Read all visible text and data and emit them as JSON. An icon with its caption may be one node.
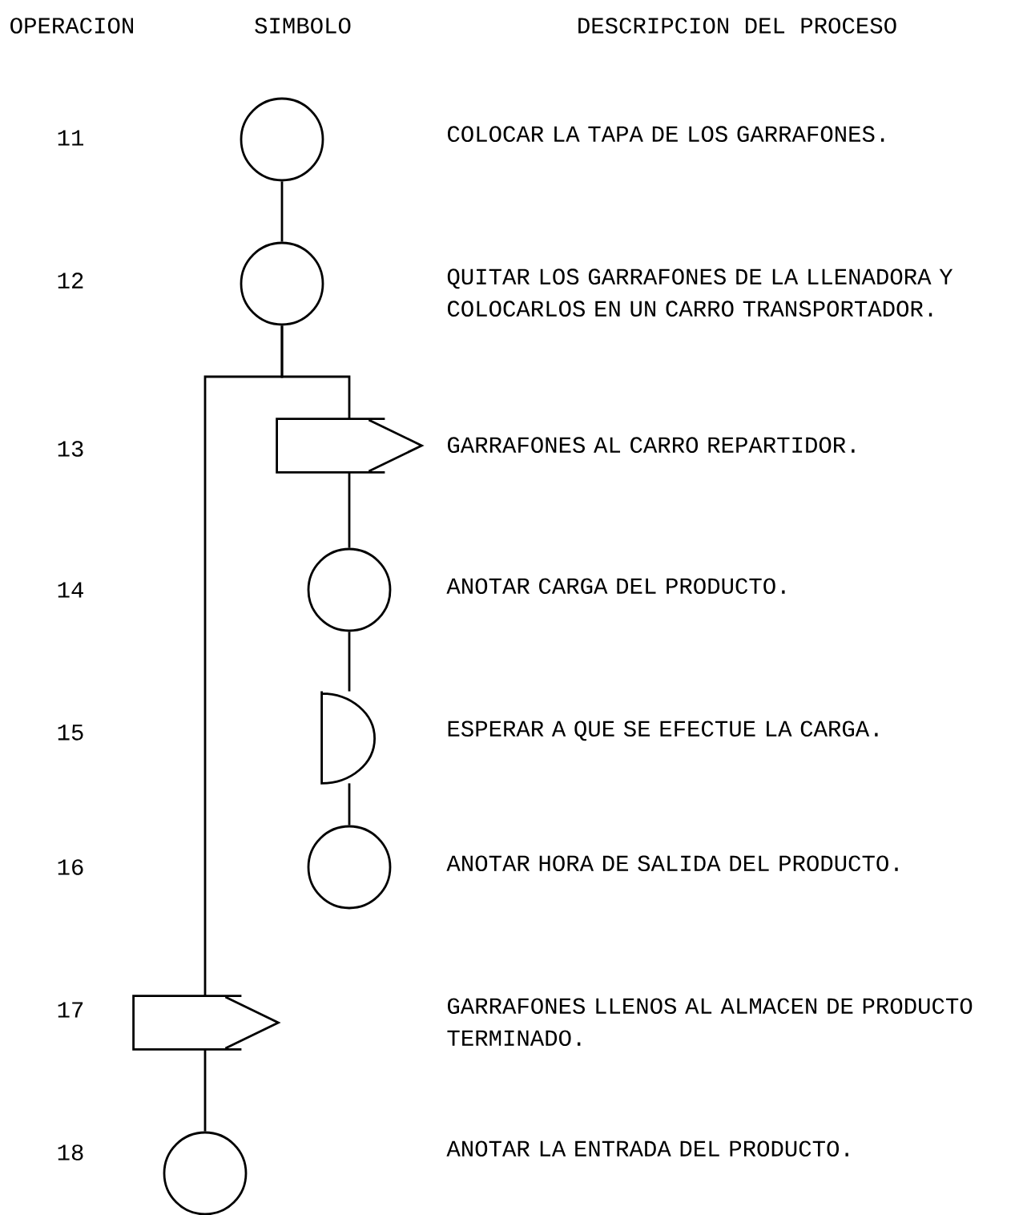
{
  "diagram": {
    "nodes": [
      {
        "text": [],
        "shape": "circle"
      },
      {
        "text": [],
        "shape": "circle"
      },
      {
        "text": [],
        "shape": "arrow"
      },
      {
        "text": [],
        "shape": "circle"
      },
      {
        "text": [],
        "shape": "semicircle"
      },
      {
        "text": [],
        "shape": "circle"
      },
      {
        "text": [],
        "shape": "arrow"
      },
      {
        "text": [],
        "shape": "circle"
      }
    ],
    "edges": [
      {
        "from": 0,
        "to": 1,
        "arrow": "none"
      },
      {
        "from": 1,
        "to": 2,
        "arrow": "none"
      },
      {
        "from": 1,
        "to": 6,
        "arrow": "none"
      },
      {
        "from": 2,
        "to": 3,
        "arrow": "none"
      },
      {
        "from": 3,
        "to": 4,
        "arrow": "none"
      },
      {
        "from": 4,
        "to": 5,
        "arrow": "none"
      },
      {
        "from": 6,
        "to": 7,
        "arrow": "none"
      }
    ],
    "labels": [
      "OPERACION",
      "SIMBOLO",
      "DESCRIPCION DEL PROCESO",
      "11",
      "COLOCAR LA TAPA DE LOS GARRAFONES.",
      "12",
      "QUITAR LOS GARRAFONES DE LA LLENADORA Y COLOCARLOS EN UN CARRO TRANSPORTADOR.",
      "13",
      "GARRAFONES AL CARRO REPARTIDOR.",
      "14",
      "ANOTAR CARGA DEL PRODUCTO.",
      "15",
      "ESPERAR A QUE SE EFECTUE LA CARGA.",
      "16",
      "ANOTAR HORA DE SALIDA DEL PRODUCTO.",
      "17",
      "GARRAFONES LLENOS AL ALMACEN DE PRODUCTO TERMINADO.",
      "18",
      "ANOTAR LA ENTRADA DEL PRODUCTO."
    ]
  }
}
